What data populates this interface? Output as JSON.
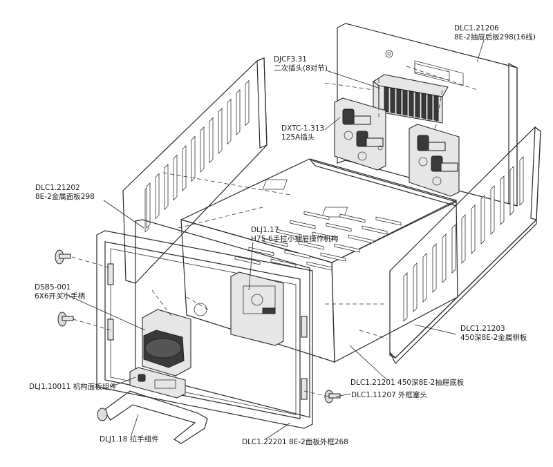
{
  "labels": {
    "rear_panel": {
      "code": "DLC1.21206",
      "desc": "8E-2抽屉后板298(16线)"
    },
    "secondary_plug": {
      "code": "DJCF3.31",
      "desc": "二次插头(8对节)"
    },
    "main_plug": {
      "code": "DXTC-1.313",
      "desc": "125A插头"
    },
    "metal_face_panel": {
      "code": "DLC1.21202",
      "desc": "8E-2金属面板298"
    },
    "operating_mechanism": {
      "code": "DLJ1.17",
      "desc": "H75-6手拉小抽屉操作机构"
    },
    "switch_handle": {
      "code": "DSB5-001",
      "desc": "6X6开关小手柄"
    },
    "side_panel": {
      "code": "DLC1.21203",
      "desc": "450深8E-2金属侧板"
    },
    "bottom_panel": {
      "code": "DLC1.21201",
      "desc": "450深8E-2抽屉底板"
    },
    "frame_plug": {
      "code": "DLC1.11207",
      "desc": "外框塞头"
    },
    "mechanism_panel_assembly": {
      "code": "DLJ1.10011",
      "desc": "机构面板组件"
    },
    "pull_handle_assembly": {
      "code": "DLJ1.18",
      "desc": "拉手组件"
    },
    "face_frame": {
      "code": "DLC1.22201",
      "desc": "8E-2面板外框268"
    }
  }
}
